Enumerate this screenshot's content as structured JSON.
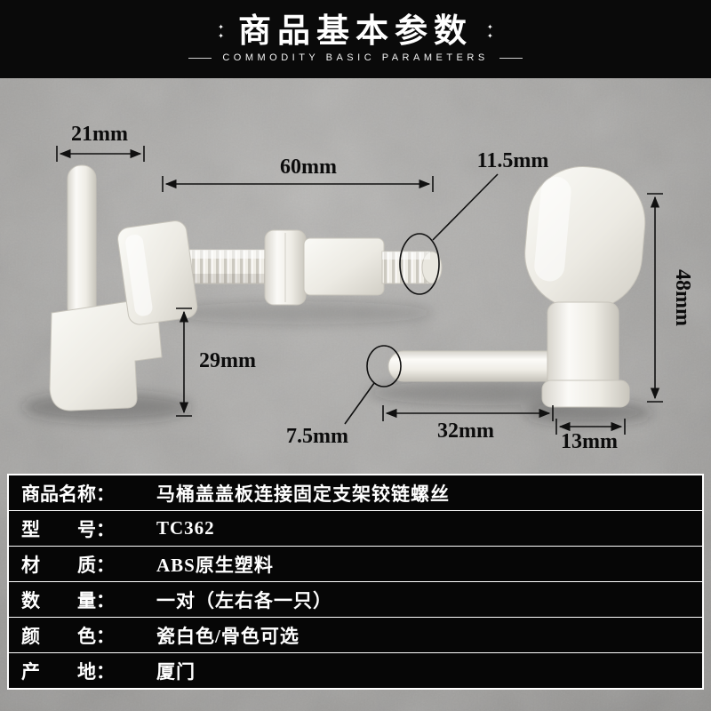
{
  "header": {
    "title": "商品基本参数",
    "subtitle": "COMMODITY BASIC PARAMETERS",
    "ornament": "✦\n✦"
  },
  "dimensions": {
    "pin_length_top": "21mm",
    "bolt_length": "60mm",
    "thread_diameter": "11.5mm",
    "plate_height": "48mm",
    "bracket_height": "29mm",
    "pin_tip_diameter": "7.5mm",
    "pin_length_right": "32mm",
    "hub_width": "13mm"
  },
  "spec_table": {
    "rows": [
      {
        "label": "商品名称：",
        "value": "马桶盖盖板连接固定支架铰链螺丝"
      },
      {
        "label": "型　　号：",
        "value": "TC362"
      },
      {
        "label": "材　　质：",
        "value": "ABS原生塑料"
      },
      {
        "label": "数　　量：",
        "value": "一对（左右各一只）"
      },
      {
        "label": "颜　　色：",
        "value": "瓷白色/骨色可选"
      },
      {
        "label": "产　　地：",
        "value": "厦门"
      }
    ]
  },
  "colors": {
    "banner_bg": "#0a0a0a",
    "table_bg": "#060606",
    "text_white": "#ffffff",
    "annotation_ink": "#101010",
    "plastic_white": "#f2f0ea",
    "background_gray": "#a0a09e"
  }
}
